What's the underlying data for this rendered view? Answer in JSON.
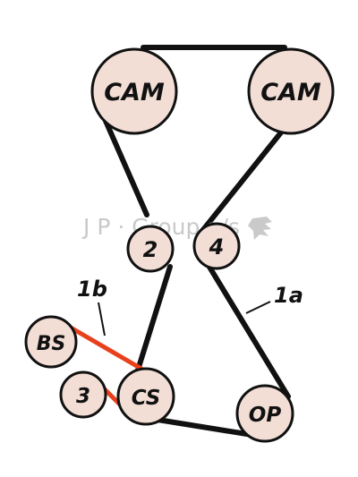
{
  "diagram": {
    "pulleys": {
      "cam_left": "CAM",
      "cam_right": "CAM",
      "idler_2": "2",
      "idler_4": "4",
      "bs": "BS",
      "idler_3": "3",
      "cs": "CS",
      "op": "OP"
    },
    "belt_labels": {
      "main": "1a",
      "balancer": "1b"
    },
    "watermark": "J P · Group a/s"
  },
  "colors": {
    "pulley_fill": "#f3ded6",
    "pulley_stroke": "#111111",
    "main_belt": "#111111",
    "balancer_belt": "#e8401c",
    "watermark": "#b8b8b8"
  }
}
